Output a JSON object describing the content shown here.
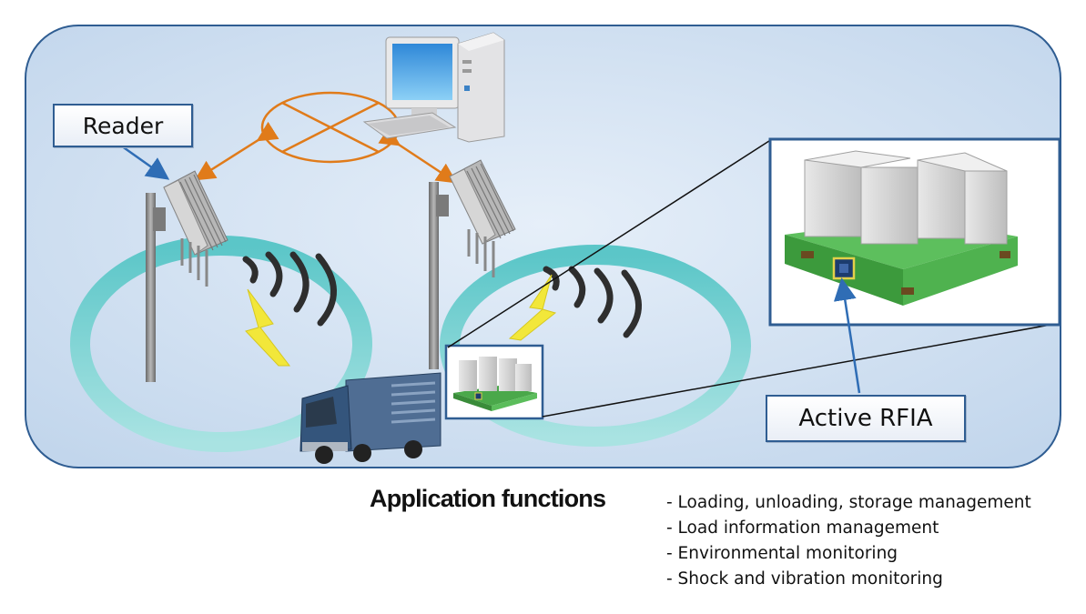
{
  "labels": {
    "reader": "Reader",
    "active_tag": "Active RFIA"
  },
  "application": {
    "title": "Application functions",
    "functions": [
      "- Loading, unloading, storage management",
      "- Load information management",
      "- Environmental monitoring",
      "- Shock and vibration monitoring"
    ]
  },
  "icons": [
    "computer-icon",
    "network-icon",
    "reader-antenna-icon",
    "truck-icon",
    "pallet-icon",
    "rfid-tag-icon"
  ],
  "colors": {
    "panel_bg": "#d3e3f4",
    "panel_border": "#2f5d92",
    "link_arrow": "#e07b1a",
    "coverage_ring": "#59c4c6",
    "signal_bolt": "#f2e73a",
    "pallet_green": "#4aa84a",
    "truck_blue": "#34557c"
  }
}
